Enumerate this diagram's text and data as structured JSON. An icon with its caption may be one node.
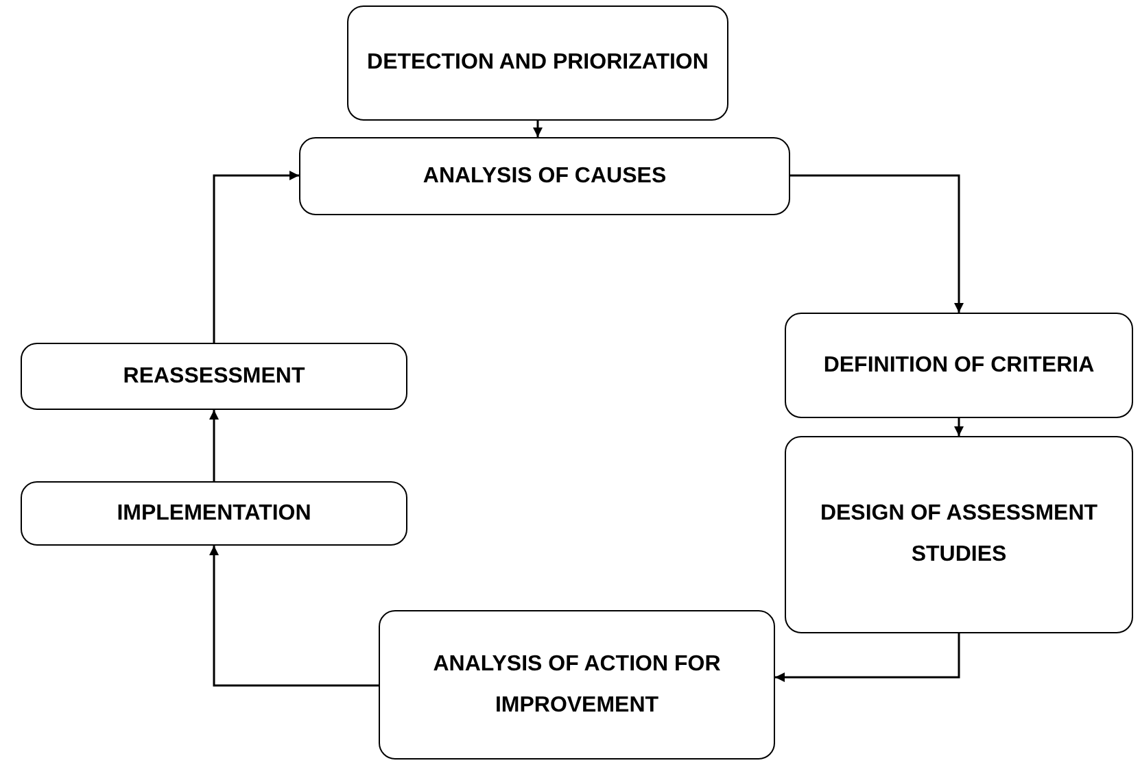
{
  "diagram": {
    "nodes": [
      {
        "text": [
          "DETECTION AND PRIORIZATION"
        ]
      },
      {
        "text": [
          "ANALYSIS OF CAUSES"
        ]
      },
      {
        "text": [
          "DEFINITION OF CRITERIA"
        ]
      },
      {
        "text": [
          "DESIGN OF ASSESSMENT STUDIES"
        ]
      },
      {
        "text": [
          "ANALYSIS OF ACTION FOR IMPROVEMENT"
        ]
      },
      {
        "text": [
          "IMPLEMENTATION"
        ]
      },
      {
        "text": [
          "REASSESSMENT"
        ]
      }
    ],
    "edges": [
      {
        "from": 0,
        "to": 1,
        "arrow": "to"
      },
      {
        "from": 1,
        "to": 2,
        "arrow": "to"
      },
      {
        "from": 2,
        "to": 3,
        "arrow": "to"
      },
      {
        "from": 3,
        "to": 4,
        "arrow": "to"
      },
      {
        "from": 4,
        "to": 5,
        "arrow": "to"
      },
      {
        "from": 5,
        "to": 6,
        "arrow": "to"
      },
      {
        "from": 6,
        "to": 1,
        "arrow": "to"
      }
    ]
  }
}
